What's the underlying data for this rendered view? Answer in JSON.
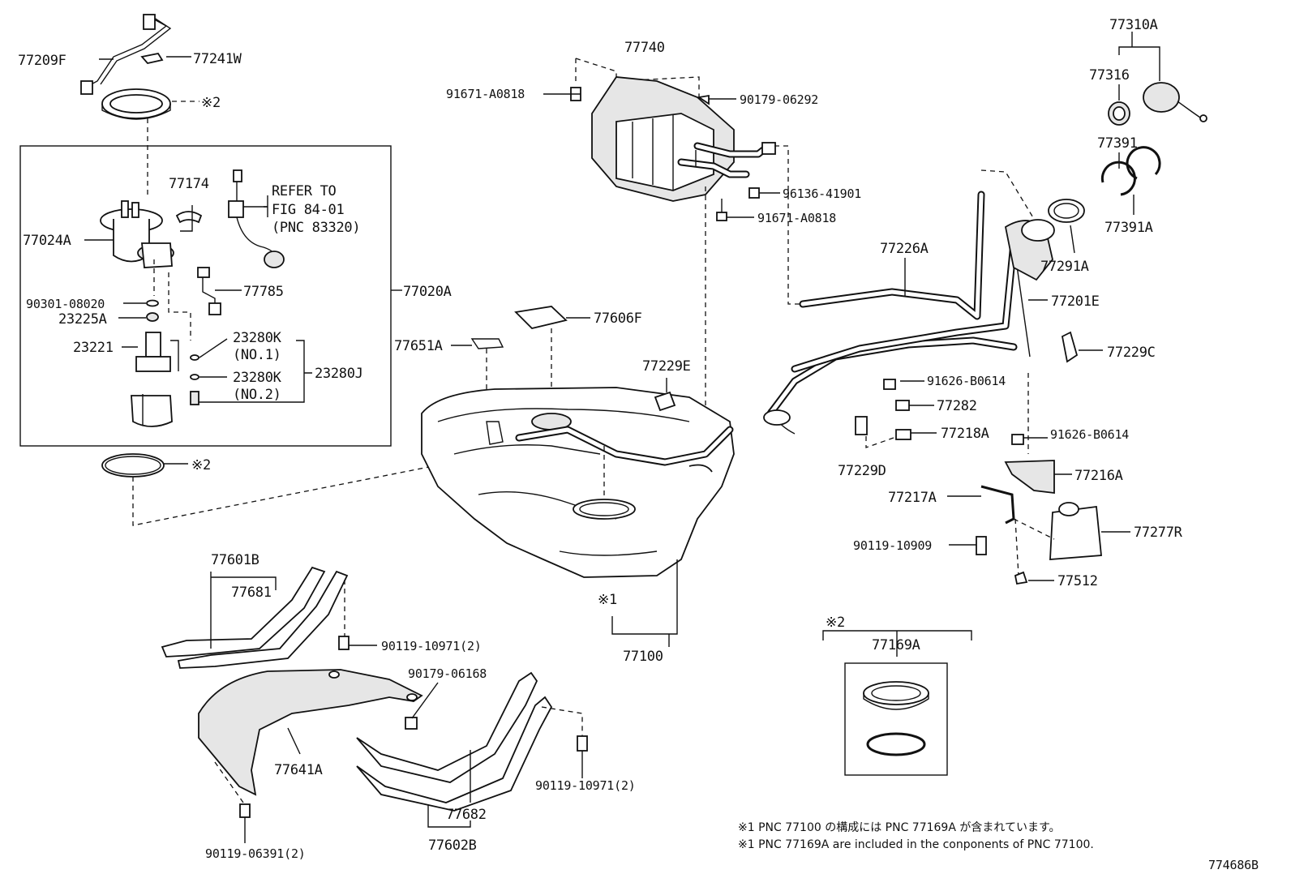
{
  "labels": {
    "l_77209F": "77209F",
    "l_77241W": "77241W",
    "l_star2_top": "※2",
    "l_77174": "77174",
    "l_refer1": "REFER TO",
    "l_refer2": "FIG 84-01",
    "l_refer3": "(PNC 83320)",
    "l_77024A": "77024A",
    "l_77785": "77785",
    "l_77020A": "77020A",
    "l_90301": "90301-08020",
    "l_23225A": "23225A",
    "l_23221": "23221",
    "l_23280K_1": "23280K",
    "l_no1": "(NO.1)",
    "l_23280J": "23280J",
    "l_23280K_2": "23280K",
    "l_no2": "(NO.2)",
    "l_star2_mid": "※2",
    "l_77740": "77740",
    "l_91671_a": "91671-A0818",
    "l_90179_06292": "90179-06292",
    "l_96136": "96136-41901",
    "l_91671_b": "91671-A0818",
    "l_77606F": "77606F",
    "l_77651A": "77651A",
    "l_77229E": "77229E",
    "l_77226A": "77226A",
    "l_77310A": "77310A",
    "l_77316": "77316",
    "l_77391": "77391",
    "l_77391A": "77391A",
    "l_77291A": "77291A",
    "l_77201E": "77201E",
    "l_77229C": "77229C",
    "l_91626_a": "91626-B0614",
    "l_77282": "77282",
    "l_77218A": "77218A",
    "l_91626_b": "91626-B0614",
    "l_77229D": "77229D",
    "l_77216A": "77216A",
    "l_77217A": "77217A",
    "l_77277R": "77277R",
    "l_90119_10909": "90119-10909",
    "l_77512": "77512",
    "l_star1": "※1",
    "l_77100": "77100",
    "l_77601B": "77601B",
    "l_77681": "77681",
    "l_90119_10971_a": "90119-10971(2)",
    "l_90179_06168": "90179-06168",
    "l_77641A": "77641A",
    "l_90119_10971_b": "90119-10971(2)",
    "l_77682": "77682",
    "l_77602B": "77602B",
    "l_90119_06391": "90119-06391(2)",
    "l_star2_box": "※2",
    "l_77169A": "77169A"
  },
  "notes": {
    "jp": "※1 PNC 77100 の構成には PNC 77169A が含まれています。",
    "en": "※1 PNC 77169A are included in the conponents of PNC 77100."
  },
  "figure_id": "774686B"
}
